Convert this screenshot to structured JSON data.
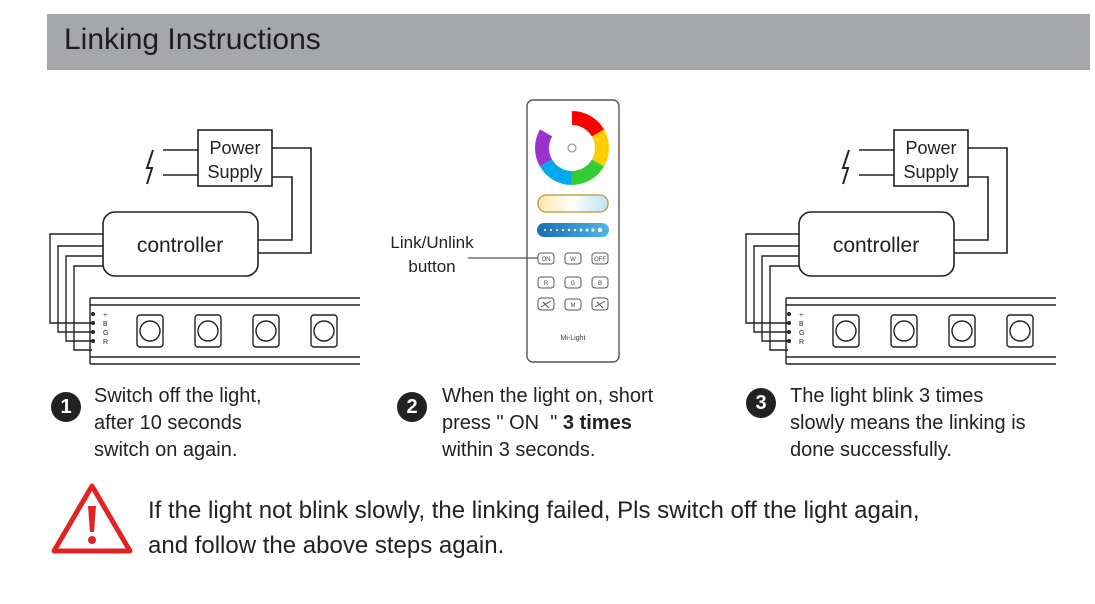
{
  "header": {
    "title": "Linking Instructions"
  },
  "diagram": {
    "power_supply_line1": "Power",
    "power_supply_line2": "Supply",
    "controller_label": "controller",
    "strip_pin_labels": [
      "+",
      "B",
      "G",
      "R"
    ],
    "remote": {
      "callout_line1": "Link/Unlink",
      "callout_line2": "button",
      "button_rows": [
        [
          "ON",
          "W",
          "OFF"
        ],
        [
          "R",
          "G",
          "B"
        ],
        [
          "",
          "M",
          ""
        ]
      ],
      "brand": "Mi-Light"
    }
  },
  "steps": [
    {
      "number": "1",
      "lines": [
        "Switch off the light,",
        "after 10 seconds",
        "switch on again."
      ]
    },
    {
      "number": "2",
      "lines": [
        "When the light on, short",
        "press \" ON  \" ",
        "3 times",
        "within 3 seconds."
      ]
    },
    {
      "number": "3",
      "lines": [
        "The light blink 3 times",
        "slowly means the linking is",
        "done successfully."
      ]
    }
  ],
  "warning": {
    "line1": "If the light not blink slowly, the linking failed, Pls switch off the light again,",
    "line2": "and follow the above steps again.",
    "color": "#e02424"
  }
}
